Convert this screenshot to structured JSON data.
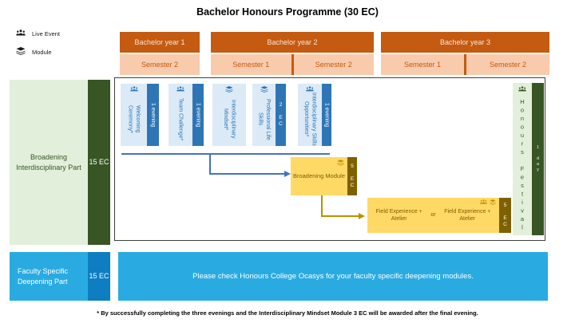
{
  "title": "Bachelor Honours Programme (30 EC)",
  "legend": {
    "live_event": "Live Event",
    "module": "Module"
  },
  "years": [
    {
      "label": "Bachelor year 1",
      "semesters": [
        "Semester 2"
      ]
    },
    {
      "label": "Bachelor year 2",
      "semesters": [
        "Semester 1",
        "Semester 2"
      ]
    },
    {
      "label": "Bachelor year 3",
      "semesters": [
        "Semester 1",
        "Semester 2"
      ]
    }
  ],
  "broadening": {
    "label": "Broadening Interdisciplinary Part",
    "ec": "15 EC"
  },
  "items": [
    {
      "label": "Welcoming Ceremony*",
      "icon": "live-event",
      "badge": "1 evening"
    },
    {
      "label": "Team Challenge*",
      "icon": "live-event",
      "badge": "1 evening"
    },
    {
      "label": "Interdisciplinary Mindset*",
      "icon": "module",
      "badge": ""
    },
    {
      "label": "Professional Life Skills",
      "icon": "module",
      "badge": "2 EC"
    },
    {
      "label": "Interdisciplinary Skills Opportunities*",
      "icon": "live-event",
      "badge": "1 evening"
    }
  ],
  "broadening_module": {
    "label": "Broadening Module",
    "ec": "5 EC"
  },
  "field_experience": {
    "label_left": "Field Experience + Atelier",
    "or": "or",
    "label_right": "Field Experience + Atelier",
    "ec": "5 EC"
  },
  "honours_festival": {
    "label": "Honours Festival",
    "badge": "1 day"
  },
  "deepening": {
    "label": "Faculty Specific Deepening Part",
    "ec": "15 EC",
    "message": "Please check Honours College Ocasys for your faculty specific deepening modules."
  },
  "footnote": "* By successfully completing the three evenings and the Interdisciplinary Mindset Module 3 EC will be awarded after the final evening.",
  "colors": {
    "year_header": "#C55A11",
    "semester": "#F8CBAD",
    "green_light": "#E2EFDA",
    "green_dark": "#375623",
    "item_light_blue": "#DCEAF7",
    "item_dark_blue": "#2E75B6",
    "connector_blue": "#4472C4",
    "module_yellow": "#FFD966",
    "module_dark_yellow": "#7F6000",
    "connector_gold": "#BF9000",
    "deepening_cyan": "#29ABE2",
    "deepening_strip": "#0E7DC2"
  }
}
